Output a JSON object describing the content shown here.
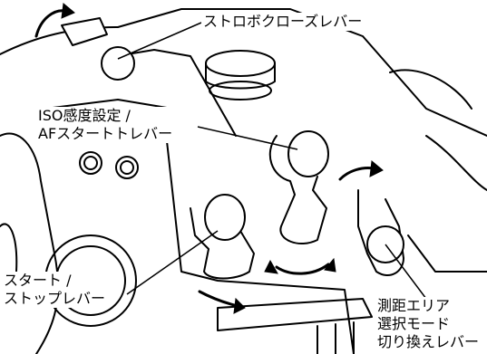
{
  "callouts": {
    "strobe_close_lever": "ストロボクローズレバー",
    "iso_af_start_lever": [
      "ISO感度設定 /",
      "AFスタートトレバー"
    ],
    "start_stop_lever": [
      "スタート /",
      "ストップレバー"
    ],
    "af_mode_switch_lever": [
      "測距エリア",
      "選択モード",
      "切り換えレバー"
    ]
  }
}
